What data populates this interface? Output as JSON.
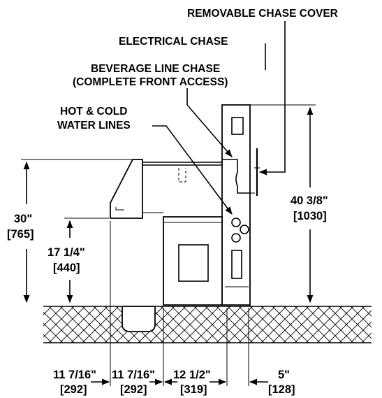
{
  "callouts": {
    "removable_chase_cover": "REMOVABLE CHASE COVER",
    "electrical_chase": "ELECTRICAL CHASE",
    "beverage_line_chase": "BEVERAGE LINE CHASE",
    "complete_front_access": "(COMPLETE FRONT ACCESS)",
    "hot_cold_line1": "HOT & COLD",
    "hot_cold_line2": "WATER LINES"
  },
  "dimensions": {
    "overall_height": {
      "imperial": "40 3/8\"",
      "metric": "[1030]"
    },
    "counter_height": {
      "imperial": "30\"",
      "metric": "[765]"
    },
    "base_height": {
      "imperial": "17 1/4\"",
      "metric": "[440]"
    },
    "horiz_1": {
      "imperial": "11 7/16\"",
      "metric": "[292]"
    },
    "horiz_2": {
      "imperial": "11 7/16\"",
      "metric": "[292]"
    },
    "horiz_3": {
      "imperial": "12 1/2\"",
      "metric": "[319]"
    },
    "horiz_4": {
      "imperial": "5\"",
      "metric": "[128]"
    }
  }
}
